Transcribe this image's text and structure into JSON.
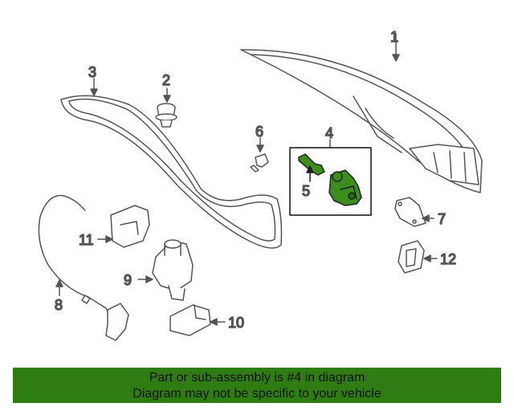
{
  "callouts": {
    "c1": "1",
    "c2": "2",
    "c3": "3",
    "c4": "4",
    "c5": "5",
    "c6": "6",
    "c7": "7",
    "c8": "8",
    "c9": "9",
    "c10": "10",
    "c11": "11",
    "c12": "12"
  },
  "banner": {
    "line1": "Part or sub-assembly is #4 in diagram",
    "line2": "Diagram may not be specific to your vehicle"
  },
  "colors": {
    "highlight": "#3c8c1e",
    "banner_bg": "#2f7d12",
    "line_art": "#555555"
  }
}
